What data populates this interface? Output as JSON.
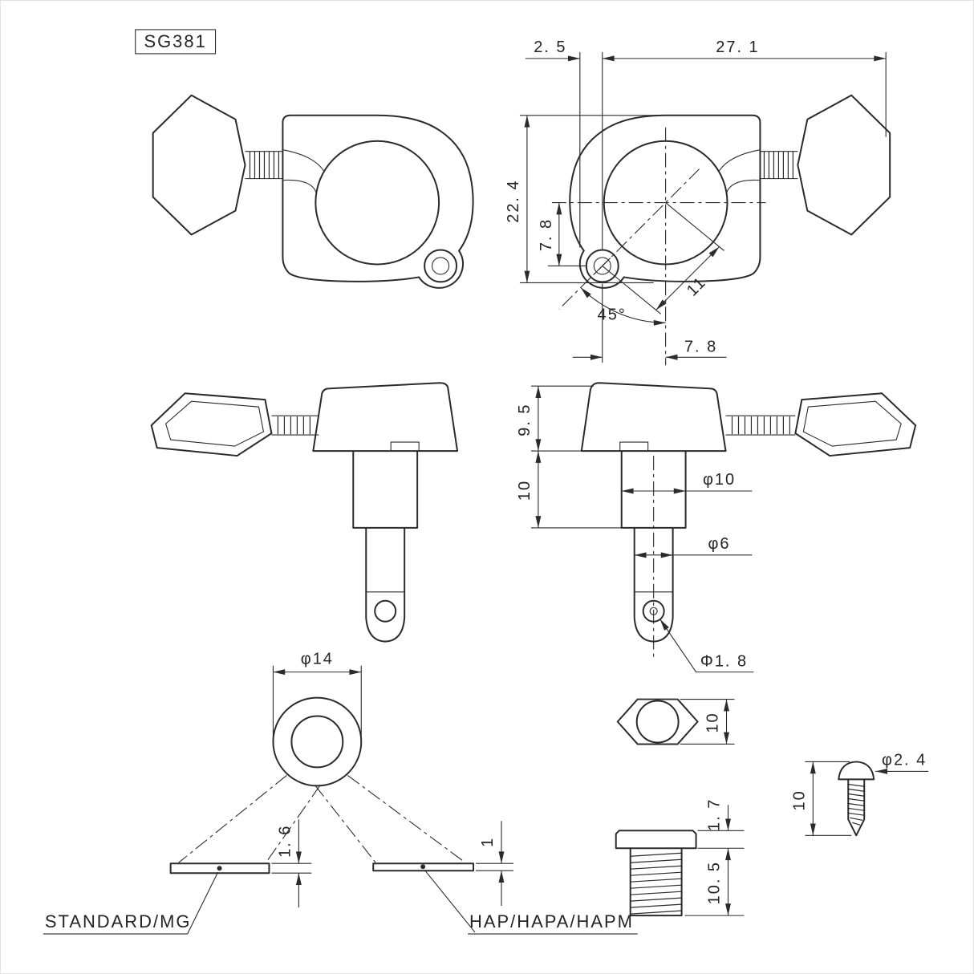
{
  "ink_color": "#2b2b2b",
  "part_label": "SG381",
  "front_view": {
    "dim_width_small": "2. 5",
    "dim_width_total": "27. 1",
    "dim_height_total": "22. 4",
    "dim_center_to_hole_v": "7. 8",
    "dim_angle": "45°",
    "dim_center_to_hole_diag": "11",
    "dim_center_to_hole_h": "7. 8"
  },
  "side_view": {
    "dim_housing_height": "9. 5",
    "dim_post_height": "10",
    "dim_post_dia": "φ10",
    "dim_tip_dia": "φ6",
    "dim_string_hole_dia": "Φ1. 8"
  },
  "washer_detail": {
    "dim_outer_dia": "φ14",
    "dim_thickness_standard": "1. 6",
    "dim_thickness_hap": "1",
    "label_standard": "STANDARD/MG",
    "label_hap": "HAP/HAPA/HAPM"
  },
  "hex_nut": {
    "dim_across_flats": "10"
  },
  "threaded_bushing": {
    "dim_flange_height": "1. 7",
    "dim_thread_length": "10. 5"
  },
  "mounting_screw": {
    "dim_thread_dia": "φ2. 4",
    "dim_length": "10"
  }
}
